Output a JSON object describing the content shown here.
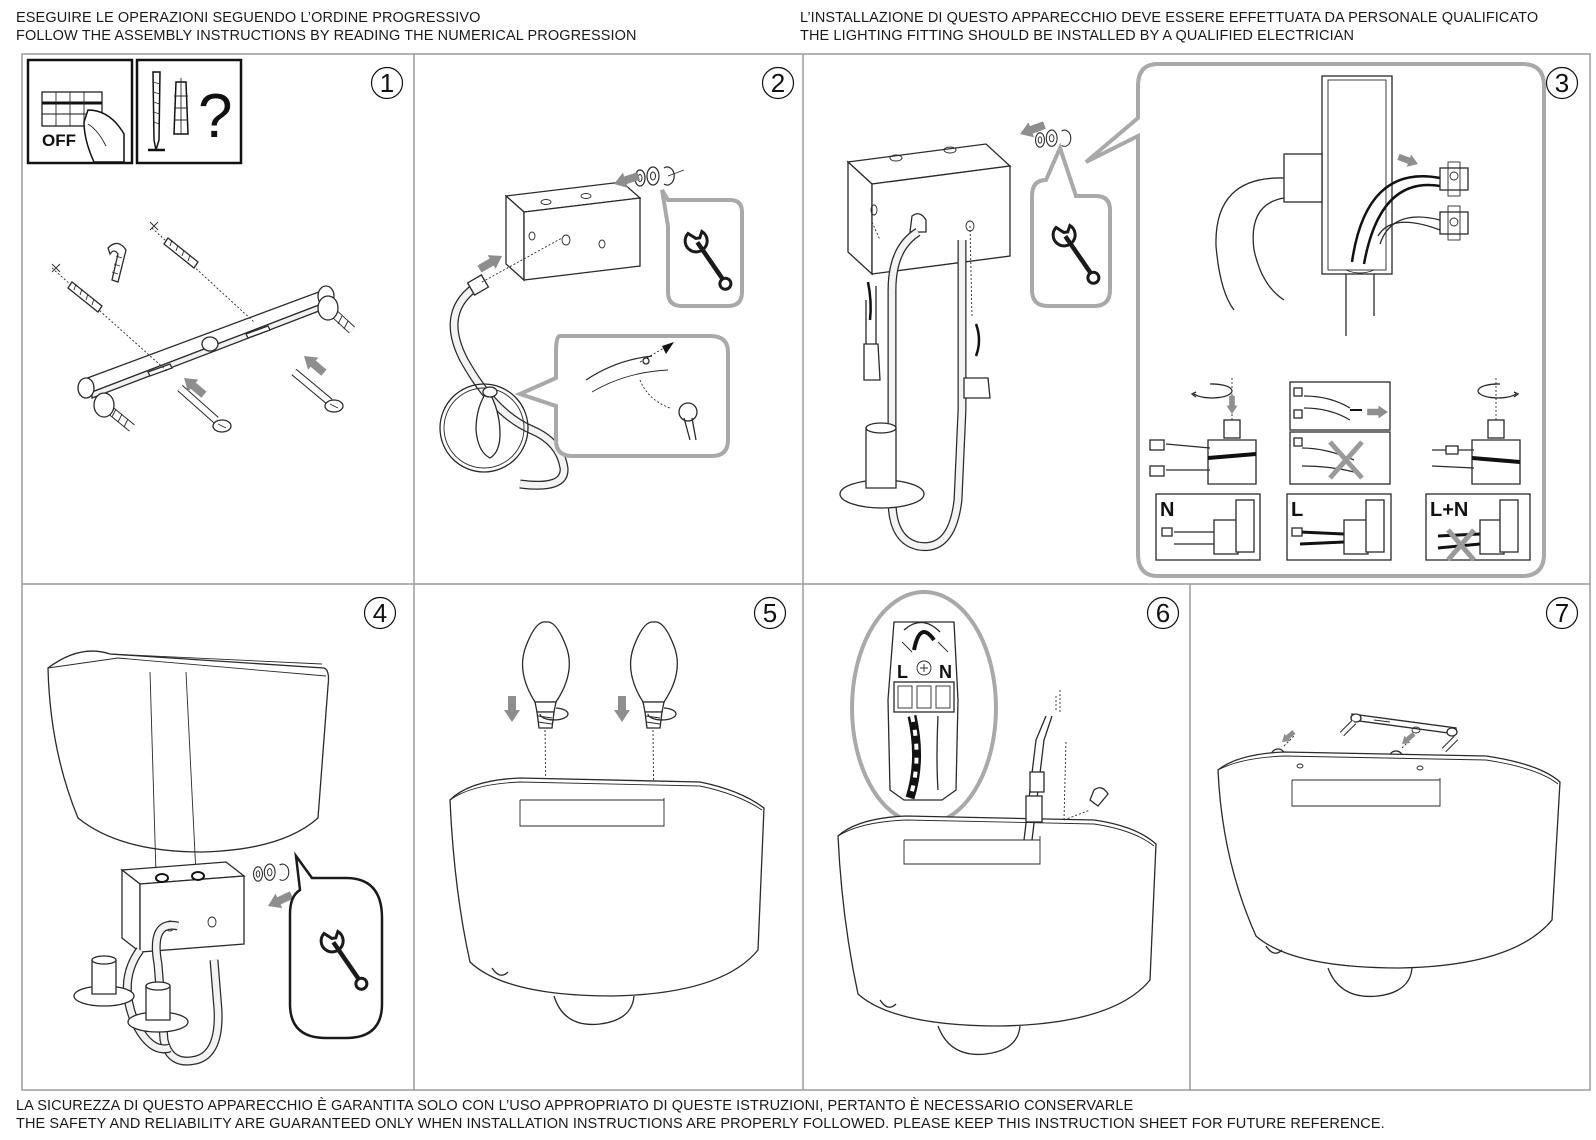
{
  "header": {
    "left": [
      "ESEGUIRE LE OPERAZIONI SEGUENDO L’ORDINE PROGRESSIVO",
      "FOLLOW THE ASSEMBLY INSTRUCTIONS BY READING THE NUMERICAL PROGRESSION"
    ],
    "right": [
      "L’INSTALLAZIONE DI QUESTO APPARECCHIO DEVE ESSERE EFFETTUATA DA PERSONALE QUALIFICATO",
      "THE LIGHTING FITTING SHOULD BE INSTALLED BY A QUALIFIED ELECTRICIAN"
    ]
  },
  "footer": [
    "LA SICUREZZA DI QUESTO APPARECCHIO È GARANTITA SOLO CON L’USO APPROPRIATO DI QUESTE ISTRUZIONI, PERTANTO È NECESSARIO CONSERVARLE",
    "THE SAFETY AND RELIABILITY ARE GUARANTEED ONLY WHEN INSTALLATION INSTRUCTIONS ARE PROPERLY FOLLOWED. PLEASE KEEP THIS INSTRUCTION SHEET FOR FUTURE REFERENCE."
  ],
  "steps": [
    "1",
    "2",
    "3",
    "4",
    "5",
    "6",
    "7"
  ],
  "icons": {
    "power_off_label": "OFF",
    "question_mark": "?",
    "names": [
      "breaker-off-icon",
      "screw-and-plug-icon",
      "question-mark-icon",
      "wrench-icon",
      "arrow-icon"
    ]
  },
  "wiring": {
    "neutral_label": "N",
    "live_label": "L",
    "combined_label": "L+N",
    "terminal_labels": [
      "L",
      "N"
    ]
  },
  "colors": {
    "line": "#2a2a2a",
    "arrow": "#8e8e8e",
    "bubble": "#a9a9a9",
    "fill": "#f1f1f1"
  }
}
